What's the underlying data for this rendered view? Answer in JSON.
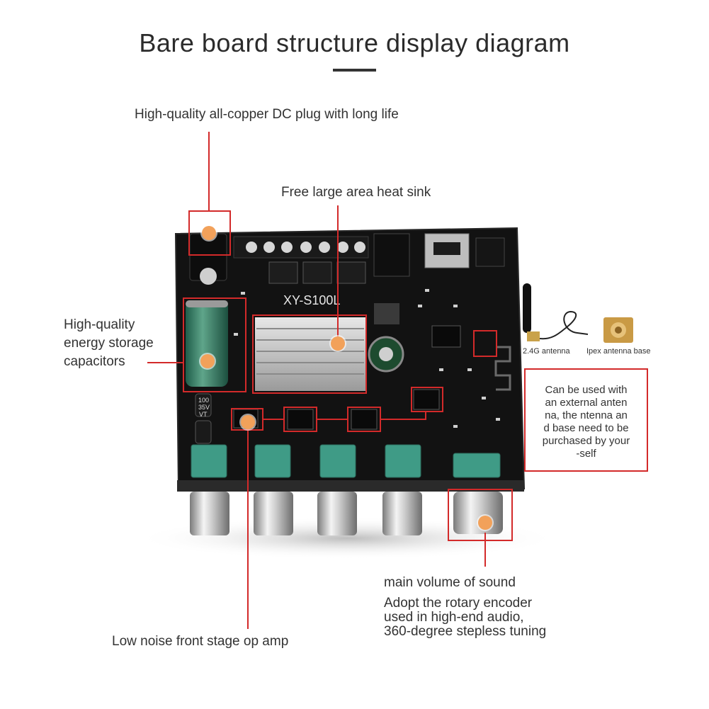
{
  "title": "Bare board structure display diagram",
  "board_model": "XY-S100L",
  "labels": {
    "dc_plug": "High-quality all-copper DC plug with long life",
    "heat_sink": "Free large area heat sink",
    "capacitors": [
      "High-quality",
      "energy storage",
      "capacitors"
    ],
    "antenna": "2.4G antenna",
    "ipex_base": "Ipex antenna base",
    "op_amp": "Low noise front stage op amp",
    "volume_title": "main volume of sound",
    "volume_desc": [
      "Adopt the rotary encoder",
      "used in high-end audio,",
      "360-degree stepless tuning"
    ]
  },
  "note_lines": [
    "Can be used with",
    "an external anten",
    "na, the ntenna an",
    "d base need to be",
    "purchased by your",
    "-self"
  ],
  "capacitor_marks": [
    "100",
    "35V",
    "VT"
  ],
  "colors": {
    "callout": "#d32a2a",
    "marker": "#f2a15a",
    "board": "#121212",
    "pot": "#3f9b86"
  }
}
